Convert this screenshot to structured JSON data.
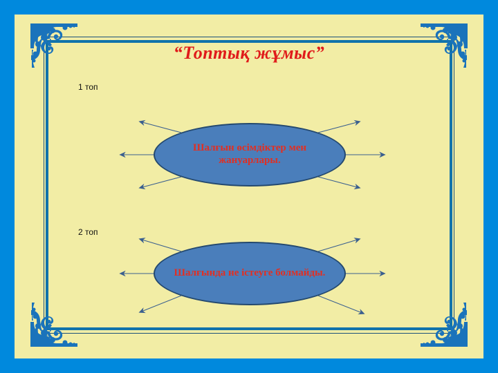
{
  "slide": {
    "title": "“Топтық жұмыс”",
    "colors": {
      "outer_border": "#0089dd",
      "field": "#f2eda5",
      "frame_line": "#1173ab",
      "ornament": "#1a73bb",
      "title_text": "#e01b1b",
      "node_fill": "#4a7ebb",
      "node_outline": "#24496f",
      "node_text": "#e03024",
      "arrow": "#3a5f8f",
      "label_text": "#101010"
    },
    "groups": [
      {
        "label": "1 топ",
        "node_text": "Шалғын өсімдіктер мен жануарлары.",
        "arrow_count": 6
      },
      {
        "label": "2 топ",
        "node_text": "Шалғында не істеуге болмайды.",
        "arrow_count": 6
      }
    ],
    "ornament_icon": "floral-scroll-corner-icon"
  }
}
